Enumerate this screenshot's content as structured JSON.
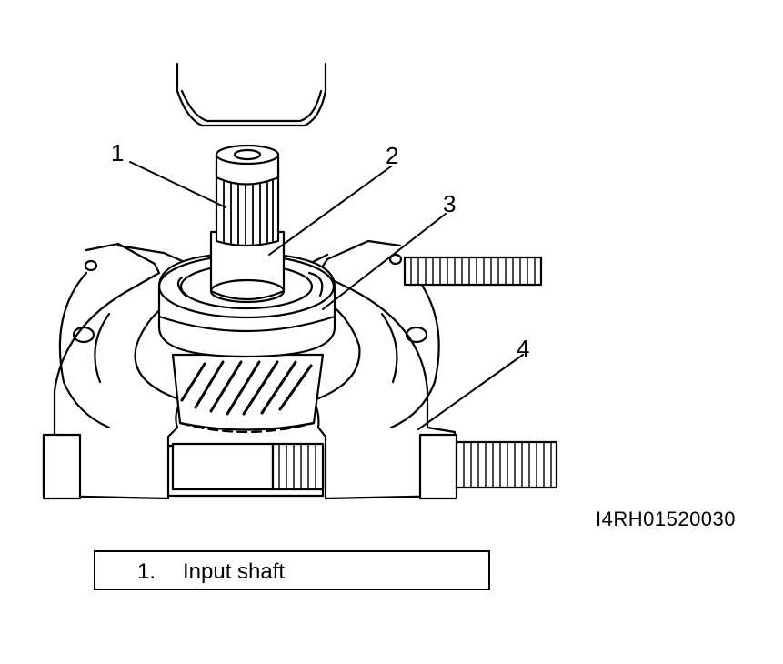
{
  "callouts": [
    {
      "id": "1",
      "label": "1"
    },
    {
      "id": "2",
      "label": "2"
    },
    {
      "id": "3",
      "label": "3"
    },
    {
      "id": "4",
      "label": "4"
    }
  ],
  "figure_code": "I4RH01520030",
  "legend": [
    {
      "number": "1.",
      "text": "Input shaft"
    }
  ]
}
